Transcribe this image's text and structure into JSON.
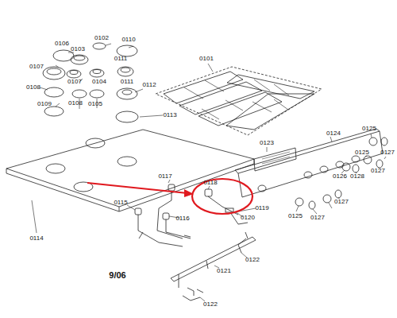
{
  "diagram": {
    "labels": [
      "0102",
      "0106",
      "0110",
      "0103",
      "0107",
      "0111",
      "0107",
      "0104",
      "0111",
      "0108",
      "0112",
      "0108",
      "0105",
      "0109",
      "0113",
      "0101",
      "0123",
      "0124",
      "0125",
      "0125",
      "0127",
      "0126",
      "0128",
      "0127",
      "0125",
      "0127",
      "0127",
      "0114",
      "0117",
      "0118",
      "0115",
      "0116",
      "0120",
      "0119",
      "0121",
      "0122",
      "0122",
      "9/06"
    ]
  }
}
